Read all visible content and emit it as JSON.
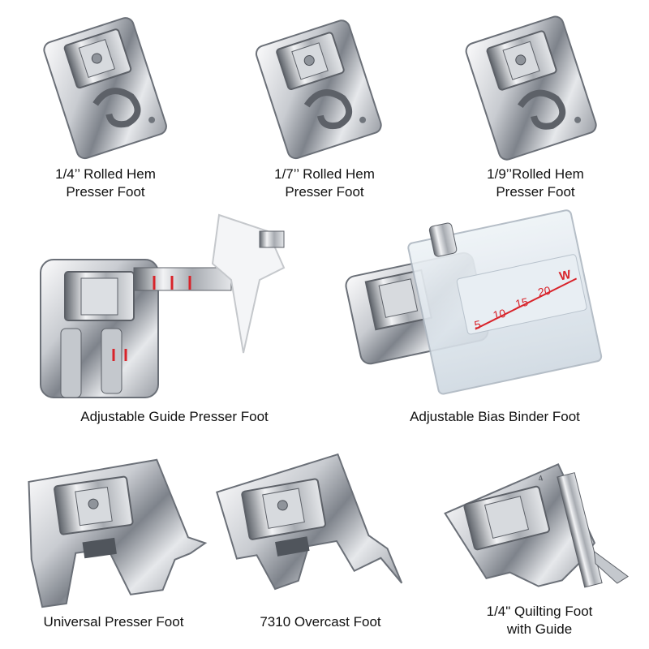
{
  "products": [
    {
      "id": "rolled-hem-1-4",
      "caption": [
        "1/4’’ Rolled Hem",
        "Presser Foot"
      ]
    },
    {
      "id": "rolled-hem-1-7",
      "caption": [
        "1/7’’ Rolled Hem",
        "Presser Foot"
      ]
    },
    {
      "id": "rolled-hem-1-9",
      "caption": [
        "1/9’’Rolled Hem",
        "Presser Foot"
      ]
    },
    {
      "id": "adjustable-guide",
      "caption": [
        "Adjustable Guide Presser Foot"
      ]
    },
    {
      "id": "bias-binder",
      "caption": [
        "Adjustable Bias Binder Foot"
      ],
      "scale_marks": [
        "5",
        "10",
        "15",
        "20",
        "W"
      ]
    },
    {
      "id": "universal",
      "caption": [
        "Universal Presser Foot"
      ]
    },
    {
      "id": "overcast-7310",
      "caption": [
        "7310 Overcast Foot"
      ]
    },
    {
      "id": "quilting-1-4",
      "caption": [
        "1/4\" Quilting Foot",
        "with Guide"
      ],
      "marking": "4"
    }
  ],
  "colors": {
    "metal_light": "#f4f5f7",
    "metal_mid": "#b9bcc2",
    "metal_dark": "#5d6168",
    "guide_red": "#d8232a",
    "background": "#ffffff"
  }
}
